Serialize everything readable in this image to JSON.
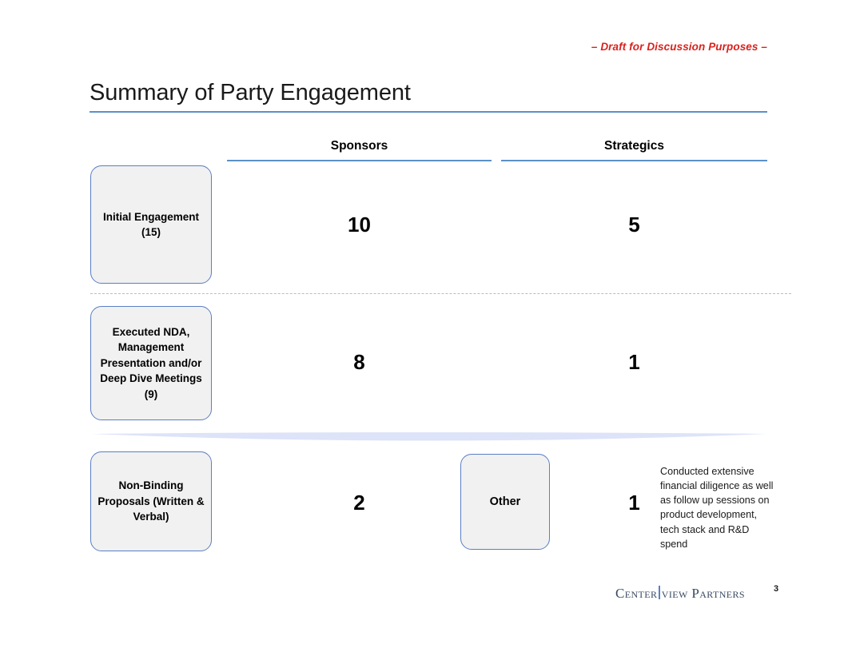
{
  "banner": {
    "text": "– Draft for Discussion Purposes –",
    "color": "#d8231f"
  },
  "title": "Summary of Party Engagement",
  "columns": {
    "sponsors": "Sponsors",
    "strategics": "Strategics"
  },
  "rows": [
    {
      "label": "Initial Engagement (15)",
      "sponsors": "10",
      "strategics": "5"
    },
    {
      "label": "Executed NDA, Management Presentation and/or Deep Dive Meetings (9)",
      "sponsors": "8",
      "strategics": "1"
    },
    {
      "label": "Non-Binding Proposals (Written & Verbal)",
      "sponsors": "2",
      "strategics": "1"
    }
  ],
  "other_box": {
    "label": "Other"
  },
  "annotation": "Conducted extensive financial diligence as well as follow up sessions on product development, tech stack and R&D spend",
  "footer": {
    "logo_first": "Center",
    "logo_second": "view Partners",
    "page_number": "3"
  },
  "colors": {
    "accent_blue": "#5b91c9",
    "box_border": "#5b7fc4",
    "box_fill": "#f1f1f1",
    "lens": "#dde3f8",
    "draft_red": "#d8231f"
  }
}
